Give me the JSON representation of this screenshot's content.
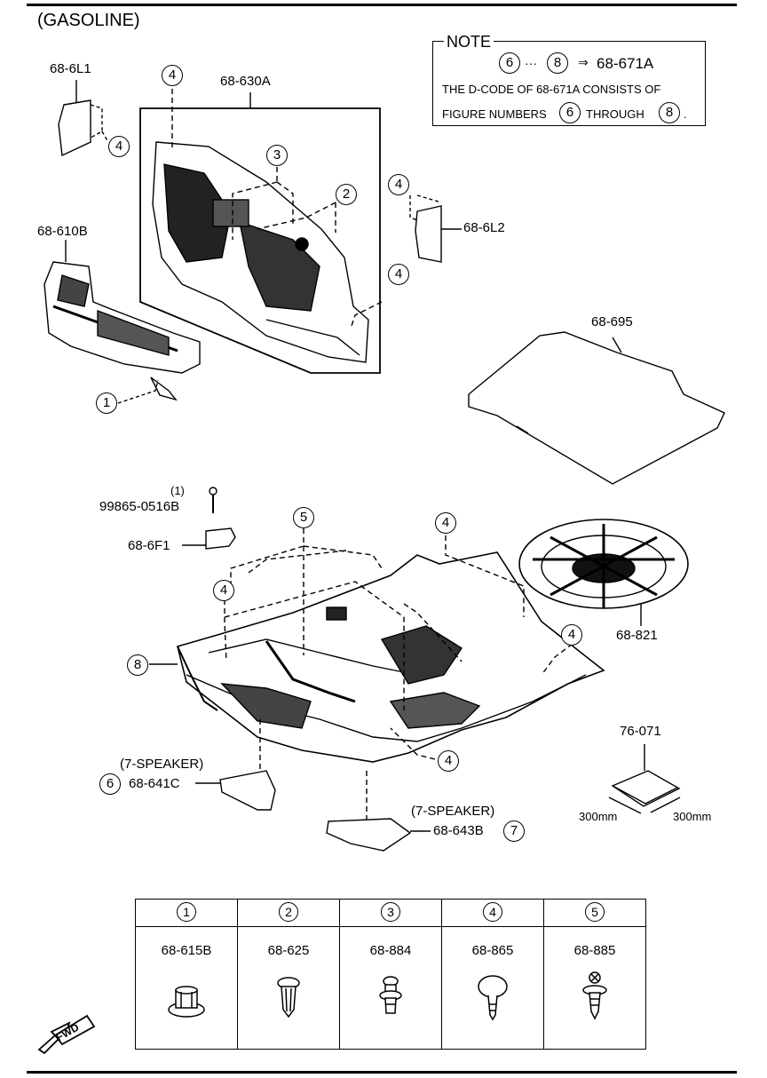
{
  "title": "(GASOLINE)",
  "note": {
    "heading": "NOTE",
    "range_from": "6",
    "range_sep": "···",
    "range_to": "8",
    "arrow": "⇒",
    "range_code": "68-671A",
    "line2": "THE D-CODE OF 68-671A CONSISTS OF",
    "line3_a": "FIGURE NUMBERS",
    "line3_n1": "6",
    "line3_b": "THROUGH",
    "line3_n2": "8",
    "line3_end": "."
  },
  "labels": {
    "p_6L1": "68-6L1",
    "p_630A": "68-630A",
    "p_610B": "68-610B",
    "p_6L2": "68-6L2",
    "p_695": "68-695",
    "p_99865_qty": "(1)",
    "p_99865": "99865-0516B",
    "p_6F1": "68-6F1",
    "p_821": "68-821",
    "p_076": "76-071",
    "dim_a": "300mm",
    "dim_b": "300mm",
    "speaker_a": "(7-SPEAKER)",
    "p_641C": "68-641C",
    "speaker_b": "(7-SPEAKER)",
    "p_643B": "68-643B"
  },
  "callouts": {
    "c1": "1",
    "c2": "2",
    "c3": "3",
    "c4": "4",
    "c5": "5",
    "c6": "6",
    "c7": "7",
    "c8": "8"
  },
  "fasteners": [
    {
      "num": "1",
      "part": "68-615B",
      "icon": "push-nut-clip-icon"
    },
    {
      "num": "2",
      "part": "68-625",
      "icon": "push-pin-clip-icon"
    },
    {
      "num": "3",
      "part": "68-884",
      "icon": "stepped-clip-icon"
    },
    {
      "num": "4",
      "part": "68-865",
      "icon": "mushroom-clip-icon"
    },
    {
      "num": "5",
      "part": "68-885",
      "icon": "screw-rivet-clip-icon"
    }
  ],
  "fwd_label": "FWD"
}
